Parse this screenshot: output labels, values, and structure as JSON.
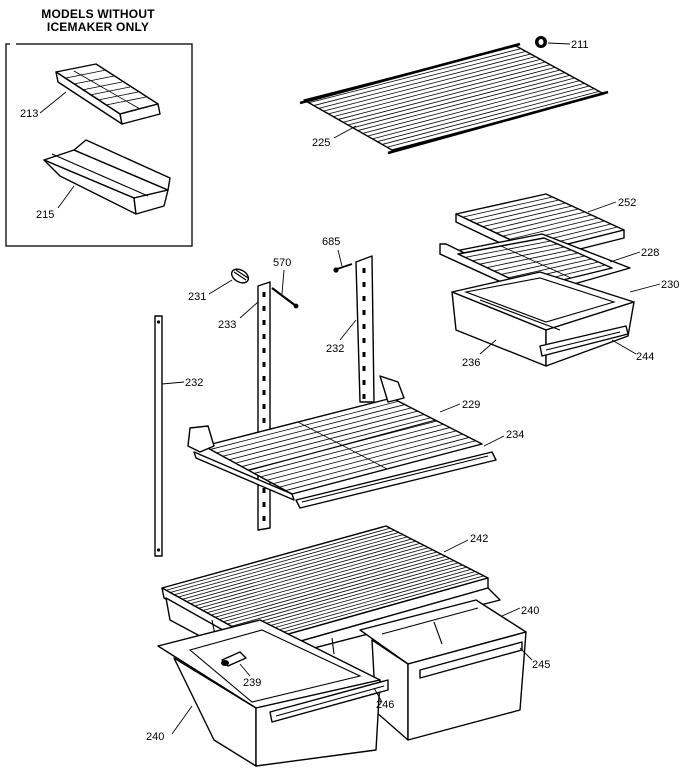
{
  "inset": {
    "title_line1": "MODELS WITHOUT",
    "title_line2": "ICEMAKER ONLY"
  },
  "labels": {
    "p211": "211",
    "p213": "213",
    "p215": "215",
    "p225": "225",
    "p252": "252",
    "p228": "228",
    "p230": "230",
    "p236": "236",
    "p244": "244",
    "p685": "685",
    "p570": "570",
    "p231": "231",
    "p233": "233",
    "p232a": "232",
    "p232b": "232",
    "p229": "229",
    "p234": "234",
    "p242": "242",
    "p240a": "240",
    "p245": "245",
    "p239": "239",
    "p246": "246",
    "p240b": "240"
  }
}
